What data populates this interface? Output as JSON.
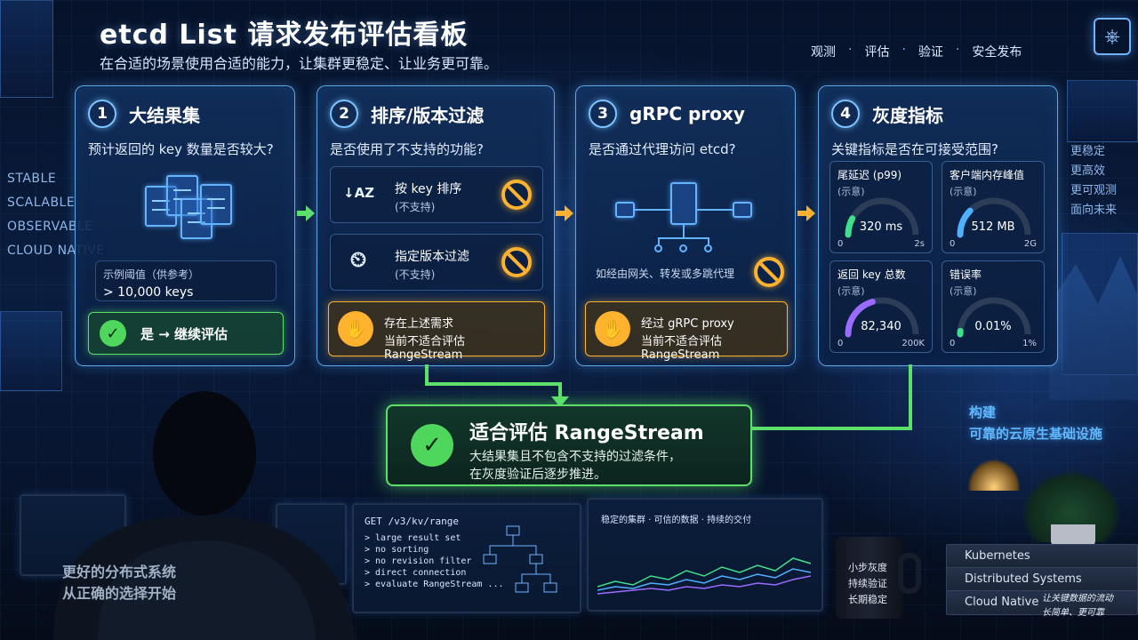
{
  "header": {
    "title": "etcd List 请求发布评估看板",
    "subtitle": "在合适的场景使用合适的能力，让集群更稳定、让业务更可靠。",
    "tags": [
      "观测",
      "评估",
      "验证",
      "安全发布"
    ],
    "tag_separator": "·"
  },
  "side_left": [
    "STABLE",
    "SCALABLE",
    "OBSERVABLE",
    "CLOUD NATIVE"
  ],
  "side_right": [
    "更稳定",
    "更高效",
    "更可观测",
    "面向未来"
  ],
  "build_text": [
    "构建",
    "可靠的云原生基础设施"
  ],
  "cards": {
    "c1": {
      "num": "1",
      "title": "大结果集",
      "question": "预计返回的 key 数量是否较大?",
      "threshold_label": "示例阈值（供参考）",
      "threshold_value": "> 10,000 keys",
      "result": "是 → 继续评估",
      "check_symbol": "✓"
    },
    "c2": {
      "num": "2",
      "title": "排序/版本过滤",
      "question": "是否使用了不支持的功能?",
      "features": [
        {
          "icon": "↓AZ",
          "label": "按 key 排序",
          "sub": "(不支持)"
        },
        {
          "icon": "⏲",
          "label": "指定版本过滤",
          "sub": "(不支持)"
        }
      ],
      "result_l1": "存在上述需求",
      "result_l2": "当前不适合评估 RangeStream",
      "hand_symbol": "✋"
    },
    "c3": {
      "num": "3",
      "title": "gRPC proxy",
      "question": "是否通过代理访问 etcd?",
      "note": "如经由网关、转发或多跳代理",
      "result_l1": "经过 gRPC proxy",
      "result_l2": "当前不适合评估 RangeStream",
      "hand_symbol": "✋"
    },
    "c4": {
      "num": "4",
      "title": "灰度指标",
      "question": "关键指标是否在可接受范围?",
      "metrics": [
        {
          "title": "尾延迟 (p99)",
          "sub": "(示意)",
          "value": "320 ms",
          "min": "0",
          "max": "2s",
          "fraction": 0.16,
          "color": "#3ee08a"
        },
        {
          "title": "客户端内存峰值",
          "sub": "(示意)",
          "value": "512 MB",
          "min": "0",
          "max": "2G",
          "fraction": 0.25,
          "color": "#4fb0ff"
        },
        {
          "title": "返回 key 总数",
          "sub": "(示意)",
          "value": "82,340",
          "min": "0",
          "max": "200K",
          "fraction": 0.41,
          "color": "#9a6bff"
        },
        {
          "title": "错误率",
          "sub": "(示意)",
          "value": "0.01%",
          "min": "0",
          "max": "1%",
          "fraction": 0.01,
          "color": "#3ee08a"
        }
      ]
    }
  },
  "final": {
    "title": "适合评估 RangeStream",
    "desc_l1": "大结果集且不包含不支持的过滤条件，",
    "desc_l2": "在灰度验证后逐步推进。",
    "check_symbol": "✓"
  },
  "scene": {
    "hoodie": [
      "更好的分布式系统",
      "从正确的选择开始"
    ],
    "code": [
      "GET /v3/kv/range",
      "> large result set",
      "> no sorting",
      "> no revision filter",
      "> direct connection",
      "> evaluate RangeStream ..."
    ],
    "monitor_chart_title": "稳定的集群 · 可信的数据 · 持续的交付",
    "mug": [
      "小步灰度",
      "持续验证",
      "长期稳定"
    ],
    "books": [
      "Kubernetes",
      "Distributed Systems",
      "Cloud Native"
    ],
    "corner": [
      "让关键数据的流动",
      "长简单、更可靠"
    ]
  },
  "colors": {
    "accent": "#6fbeff",
    "ok": "#5de06a",
    "warn": "#ffb22e"
  }
}
